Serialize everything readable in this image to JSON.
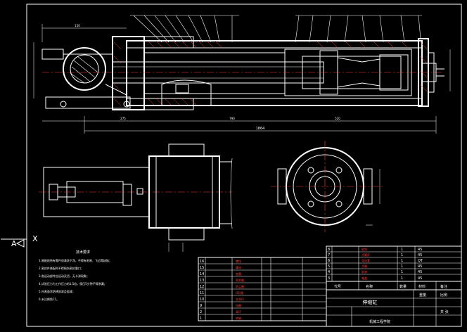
{
  "view_labels": {
    "section_a": "A",
    "axis_x": "X"
  },
  "title_block": {
    "drawing_title": "伸缩缸",
    "code_header": "代号",
    "name_header": "名称",
    "qty_header": "数量",
    "material_header": "材料",
    "weight_header": "重量",
    "remark_header": "备注",
    "scale_label": "比例",
    "sheet_label": "共 张",
    "school_label": "机械工程学院"
  },
  "parts_list_right": [
    {
      "no": "8",
      "name": "缸筒",
      "qty": "1",
      "material": "45"
    },
    {
      "no": "7",
      "name": "活塞杆",
      "qty": "1",
      "material": "45"
    },
    {
      "no": "6",
      "name": "导向套",
      "qty": "1",
      "material": "QT"
    },
    {
      "no": "5",
      "name": "活塞",
      "qty": "1",
      "material": "45"
    },
    {
      "no": "4",
      "name": "缸底",
      "qty": "1",
      "material": "45"
    },
    {
      "no": "3",
      "name": "端盖",
      "qty": "1",
      "material": "45"
    }
  ],
  "parts_list_left": [
    {
      "no": "16",
      "name": "螺栓"
    },
    {
      "no": "15",
      "name": "螺母"
    },
    {
      "no": "14",
      "name": "垫圈"
    },
    {
      "no": "13",
      "name": "密封圈"
    },
    {
      "no": "12",
      "name": "防尘圈"
    },
    {
      "no": "11",
      "name": "O形圈"
    },
    {
      "no": "10",
      "name": "支承环"
    },
    {
      "no": "9",
      "name": "挡圈"
    },
    {
      "no": "2",
      "name": "耳环"
    },
    {
      "no": "1",
      "name": "销轴"
    }
  ],
  "tech_requirements": {
    "heading": "技术要求",
    "lines": [
      "1.装配前所有零件须清洗干净，不得有毛刺、飞边等缺陷；",
      "2.密封件装配时不得损伤密封唇口；",
      "3.各运动部件应运动灵活，无卡滞现象；",
      "4.试验压力为工作压力的1.5倍，保压5分钟不得渗漏；",
      "5.外表面涂防锈底漆及面漆；",
      "6.未注倒角C1。"
    ]
  },
  "dimensions": {
    "overall_length": "1864",
    "d1": "275",
    "d2": "790",
    "d3": "520",
    "d4": "150"
  }
}
